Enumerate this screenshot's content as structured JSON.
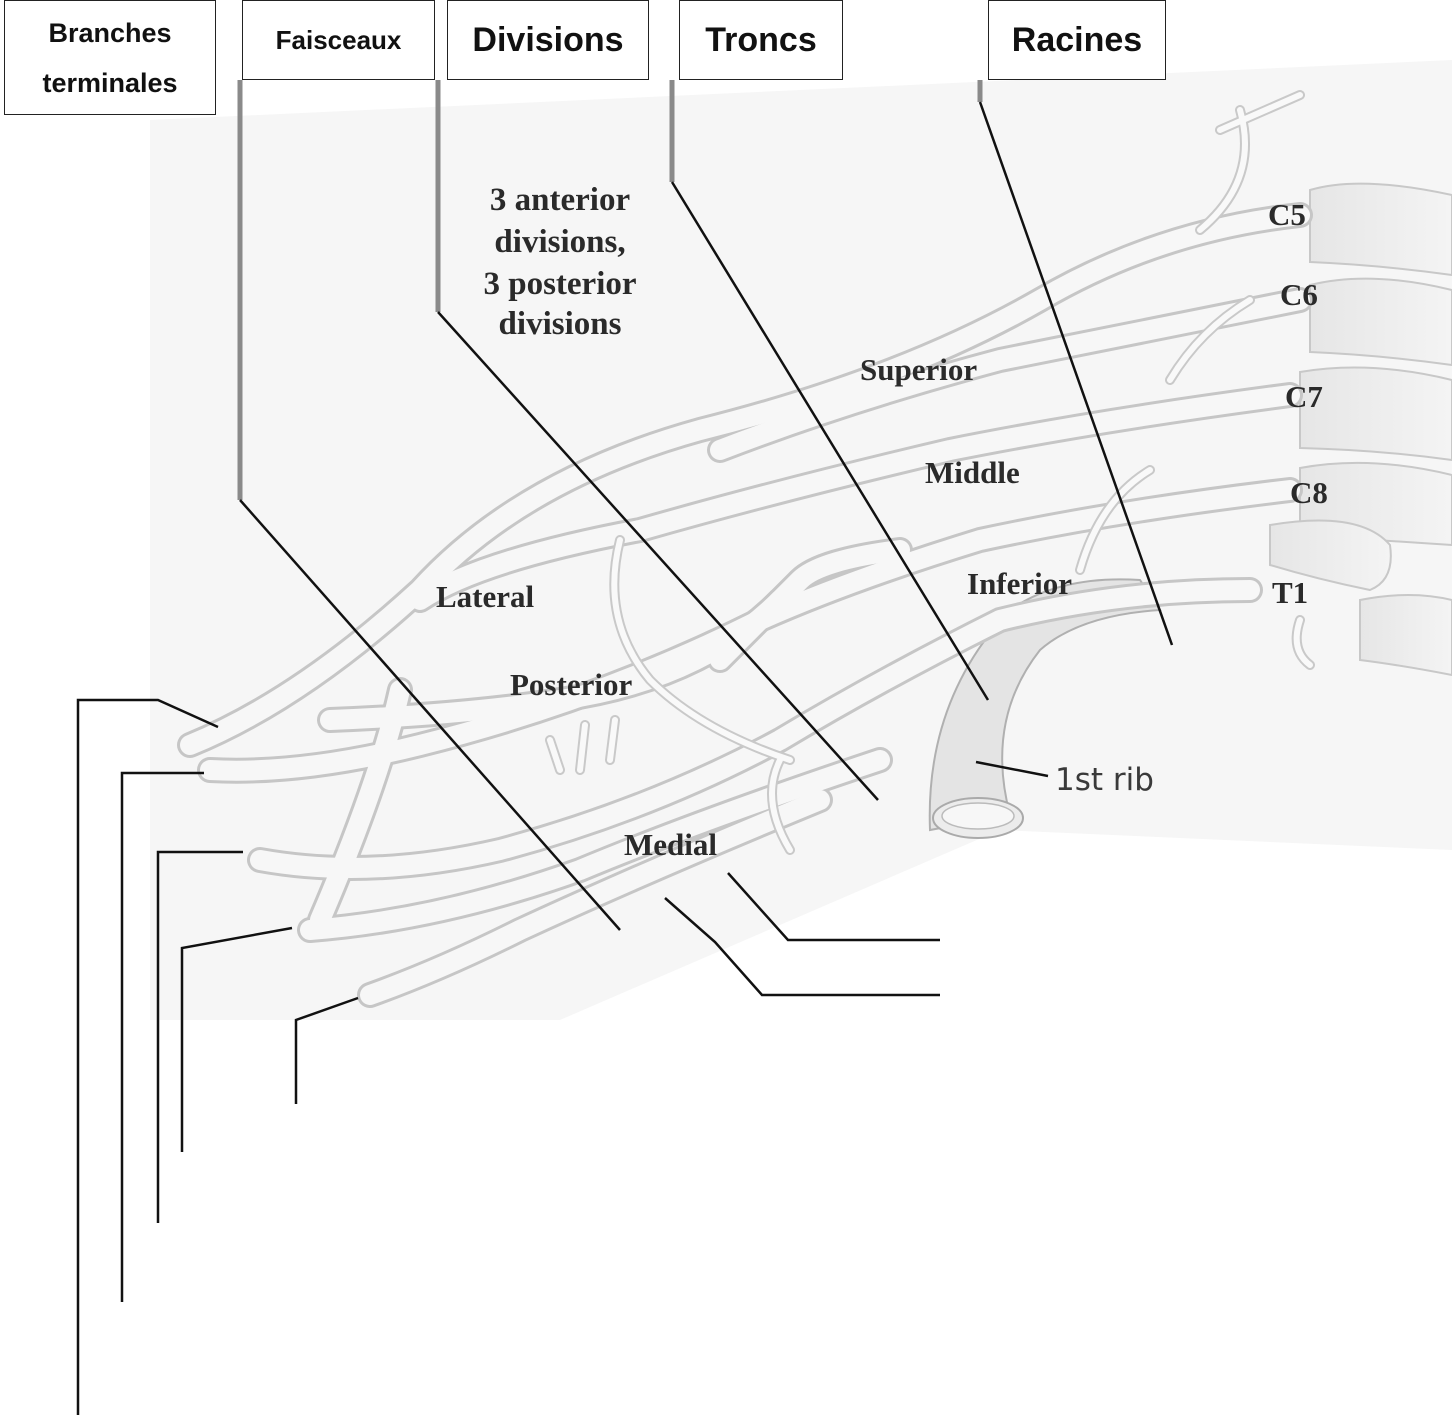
{
  "header_boxes": {
    "branches": "Branches terminales",
    "faisceaux": "Faisceaux",
    "divisions": "Divisions",
    "troncs": "Troncs",
    "racines": "Racines"
  },
  "diagram": {
    "divisions_note": [
      "3 anterior",
      "divisions,",
      "3 posterior",
      "divisions"
    ],
    "trunks": {
      "superior": "Superior",
      "middle": "Middle",
      "inferior": "Inferior"
    },
    "cords": {
      "lateral": "Lateral",
      "posterior": "Posterior",
      "medial": "Medial"
    },
    "roots": [
      "C5",
      "C6",
      "C7",
      "C8",
      "T1"
    ],
    "rib": "1st rib"
  }
}
